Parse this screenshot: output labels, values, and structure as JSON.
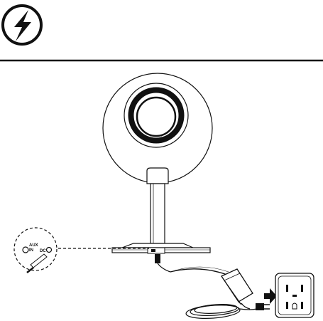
{
  "colors": {
    "ink": "#111111",
    "paper": "#ffffff",
    "warning_bg": "#ffffff"
  },
  "icons": {
    "warning": "lightning-bolt-icon",
    "plug_direction": "right-arrow-icon"
  },
  "port_labels": {
    "aux_line1": "AUX",
    "aux_line2": "IN",
    "dc": "DC"
  }
}
